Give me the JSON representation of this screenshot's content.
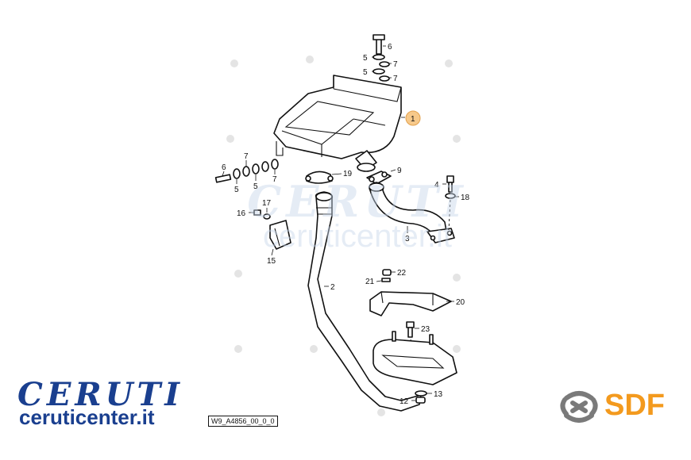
{
  "watermark": {
    "brand": "CERUTI",
    "site": "ceruticenter.it"
  },
  "brand": {
    "logo_text": "CERUTI",
    "site": "ceruticenter.it",
    "color": "#1a3f8f"
  },
  "drawing_code": "W9_A4856_00_0_0",
  "sdf": {
    "text": "SDF",
    "color": "#f39a1e"
  },
  "highlight_color": "#f7c98a",
  "callouts": {
    "c1": "1",
    "c2": "2",
    "c3": "3",
    "c4": "4",
    "c5a": "5",
    "c5b": "5",
    "c5c": "5",
    "c5d": "5",
    "c6a": "6",
    "c6b": "6",
    "c7a": "7",
    "c7b": "7",
    "c7c": "7",
    "c7d": "7",
    "c9": "9",
    "c12": "12",
    "c13": "13",
    "c15": "15",
    "c16": "16",
    "c17": "17",
    "c18": "18",
    "c19": "19",
    "c20": "20",
    "c21": "21",
    "c22": "22",
    "c23": "23"
  }
}
